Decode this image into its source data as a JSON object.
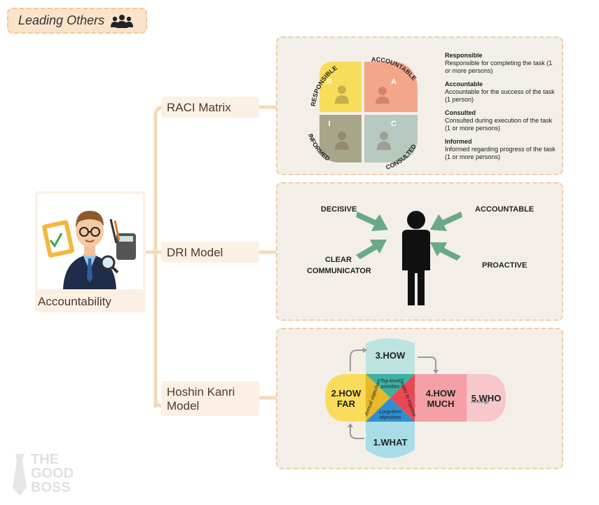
{
  "header": {
    "title": "Leading Others",
    "icon": "group-icon"
  },
  "center": {
    "label": "Accountability",
    "icon": "businessman-illustration"
  },
  "branches": {
    "raci": {
      "label": "RACI Matrix"
    },
    "dri": {
      "label": "DRI Model"
    },
    "hoshin": {
      "label": "Hoshin Kanri Model"
    }
  },
  "raci": {
    "quadrants": [
      {
        "letter": "R",
        "name": "RESPONSIBLE",
        "color": "#f9dd5a"
      },
      {
        "letter": "A",
        "name": "ACCOUNTABLE",
        "color": "#f4a68a"
      },
      {
        "letter": "I",
        "name": "INFORMED",
        "color": "#a8a68a"
      },
      {
        "letter": "C",
        "name": "CONSULTED",
        "color": "#b6c9bf"
      }
    ],
    "legend": [
      {
        "title": "Responsible",
        "desc": "Responsible for completing the task (1 or more persons)"
      },
      {
        "title": "Accountable",
        "desc": "Accountable for the success of the task (1 person)"
      },
      {
        "title": "Consulted",
        "desc": "Consulted during execution of the task (1 or more persons)"
      },
      {
        "title": "Informed",
        "desc": "Informed regarding progress of the task (1 or more persons)"
      }
    ]
  },
  "dri": {
    "traits": [
      "DECISIVE",
      "ACCOUNTABLE",
      "CLEAR COMMUNICATOR",
      "PROACTIVE"
    ],
    "arrow_color": "#6aa987"
  },
  "hoshin": {
    "steps": [
      "1.WHAT",
      "2.HOW FAR",
      "3.HOW",
      "4.HOW MUCH",
      "5.WHO"
    ],
    "inner": [
      "Top-level priorities",
      "Annual objectives",
      "Long-term objectives",
      "Targets to improve"
    ]
  },
  "brand": {
    "line1": "THE",
    "line2": "GOOD",
    "line3": "BOSS"
  }
}
